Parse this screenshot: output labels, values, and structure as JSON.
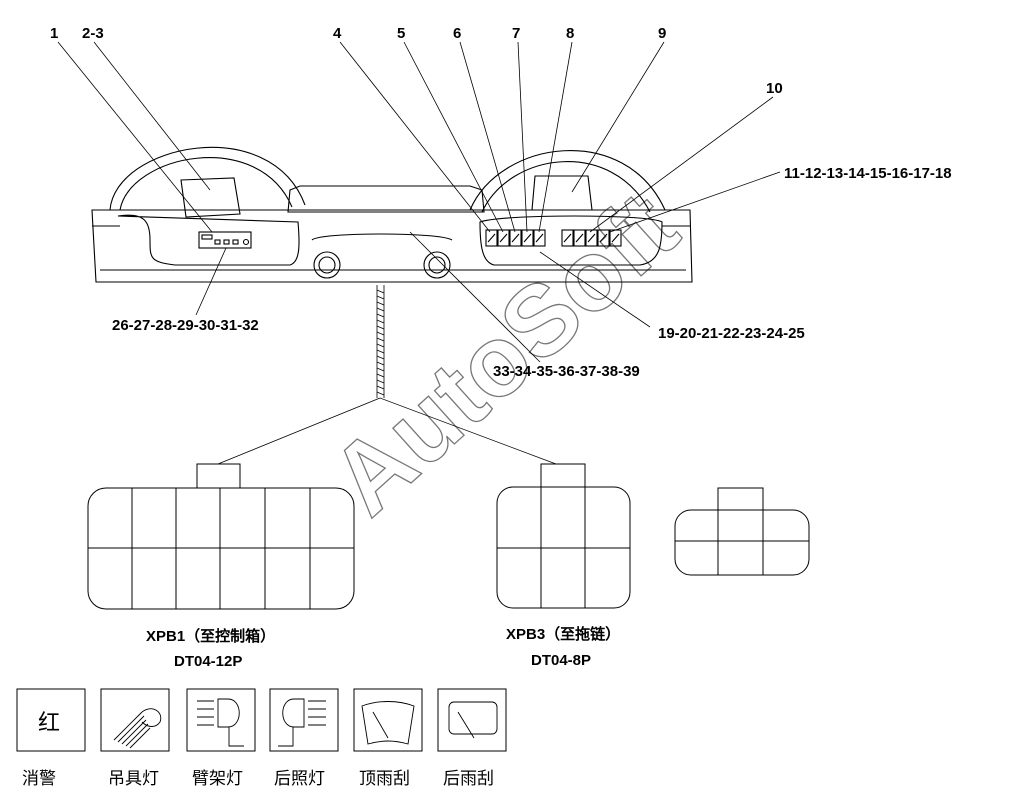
{
  "callouts": {
    "c1": "1",
    "c2_3": "2-3",
    "c4": "4",
    "c5": "5",
    "c6": "6",
    "c7": "7",
    "c8": "8",
    "c9": "9",
    "c10": "10",
    "c11_18": "11-12-13-14-15-16-17-18",
    "c19_25": "19-20-21-22-23-24-25",
    "c26_32": "26-27-28-29-30-31-32",
    "c33_39": "33-34-35-36-37-38-39"
  },
  "connectors": {
    "xpb1_name": "XPB1（至控制箱）",
    "xpb1_type": "DT04-12P",
    "xpb3_name": "XPB3（至拖链）",
    "xpb3_type": "DT04-8P"
  },
  "legend": {
    "items": [
      {
        "glyph": "红",
        "label": "消警",
        "icon": "red-text-icon"
      },
      {
        "label": "吊具灯",
        "icon": "spreader-light-icon"
      },
      {
        "label": "臂架灯",
        "icon": "boom-light-icon"
      },
      {
        "label": "后照灯",
        "icon": "rear-light-icon"
      },
      {
        "label": "顶雨刮",
        "icon": "top-wiper-icon"
      },
      {
        "label": "后雨刮",
        "icon": "rear-wiper-icon"
      }
    ]
  },
  "watermark": "AutoSoft"
}
